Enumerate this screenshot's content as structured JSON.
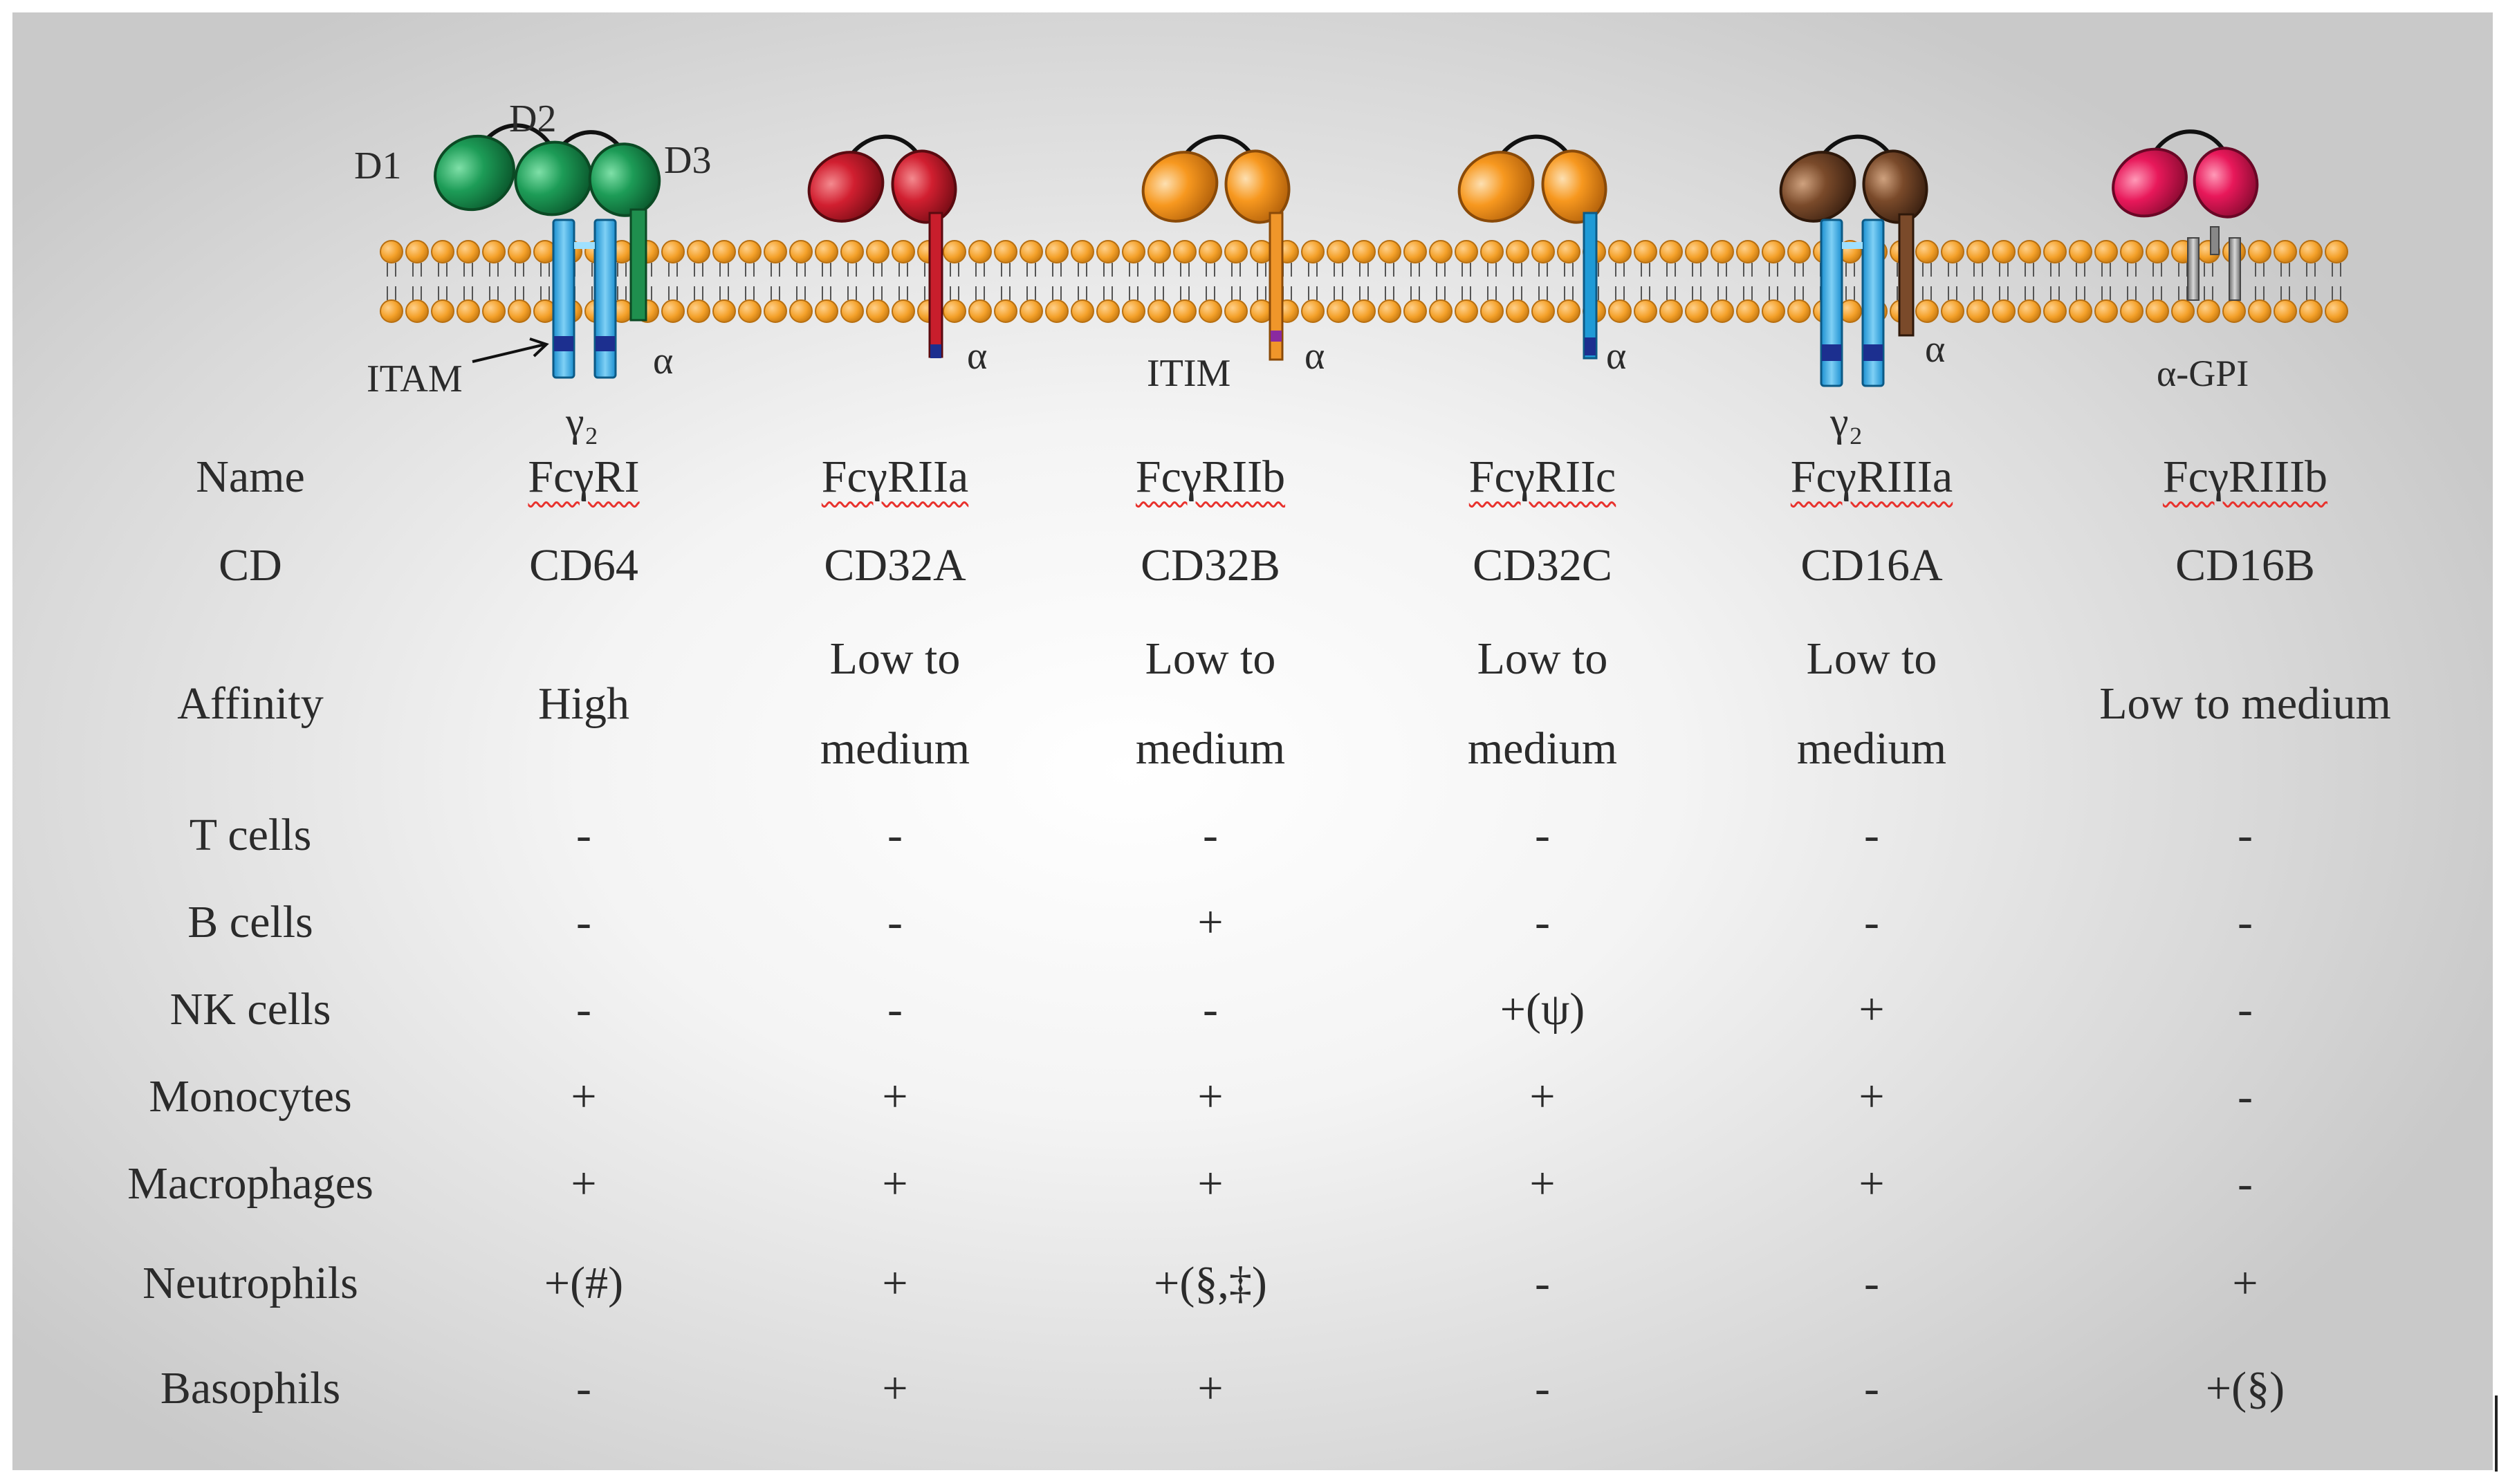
{
  "diagram": {
    "domain_labels": [
      "D1",
      "D2",
      "D3"
    ],
    "motif_labels": {
      "itam": "ITAM",
      "itim": "ITIM"
    },
    "subunit_labels": {
      "gamma2": "γ₂",
      "alpha": "α",
      "alpha_gpi": "α-GPI"
    },
    "receptor_colors": {
      "FcγRI": "#1f8f4e",
      "FcγRIIa": "#d0202e",
      "FcγRIIb": "#f5941d",
      "FcγRIIc": "#f5941d",
      "FcγRIIIa": "#7a4a2a",
      "FcγRIIIb": "#e8185a"
    },
    "membrane_color": "#f4a12a",
    "gamma_chain_color": "#33a9e0"
  },
  "table": {
    "row_labels": [
      "Name",
      "CD",
      "Affinity",
      "T cells",
      "B cells",
      "NK cells",
      "Monocytes",
      "Macrophages",
      "Neutrophils",
      "Basophils"
    ],
    "columns": [
      {
        "name": "FcγRI",
        "cd": "CD64",
        "affinity": [
          "High"
        ],
        "t_cells": "-",
        "b_cells": "-",
        "nk_cells": "-",
        "monocytes": "+",
        "macrophages": "+",
        "neutrophils": "+(#)",
        "basophils": "-"
      },
      {
        "name": "FcγRIIa",
        "cd": "CD32A",
        "affinity": [
          "Low to",
          "medium"
        ],
        "t_cells": "-",
        "b_cells": "-",
        "nk_cells": "-",
        "monocytes": "+",
        "macrophages": "+",
        "neutrophils": "+",
        "basophils": "+"
      },
      {
        "name": "FcγRIIb",
        "cd": "CD32B",
        "affinity": [
          "Low to",
          "medium"
        ],
        "t_cells": "-",
        "b_cells": "+",
        "nk_cells": "-",
        "monocytes": "+",
        "macrophages": "+",
        "neutrophils": "+(§,‡)",
        "basophils": "+"
      },
      {
        "name": "FcγRIIc",
        "cd": "CD32C",
        "affinity": [
          "Low to",
          "medium"
        ],
        "t_cells": "-",
        "b_cells": "-",
        "nk_cells": "+(ψ)",
        "monocytes": "+",
        "macrophages": "+",
        "neutrophils": "-",
        "basophils": "-"
      },
      {
        "name": "FcγRIIIa",
        "cd": "CD16A",
        "affinity": [
          "Low to",
          "medium"
        ],
        "t_cells": "-",
        "b_cells": "-",
        "nk_cells": "+",
        "monocytes": "+",
        "macrophages": "+",
        "neutrophils": "-",
        "basophils": "-"
      },
      {
        "name": "FcγRIIIb",
        "cd": "CD16B",
        "affinity": [
          "Low to medium"
        ],
        "t_cells": "-",
        "b_cells": "-",
        "nk_cells": "-",
        "monocytes": "-",
        "macrophages": "-",
        "neutrophils": "+",
        "basophils": "+(§)"
      }
    ]
  }
}
